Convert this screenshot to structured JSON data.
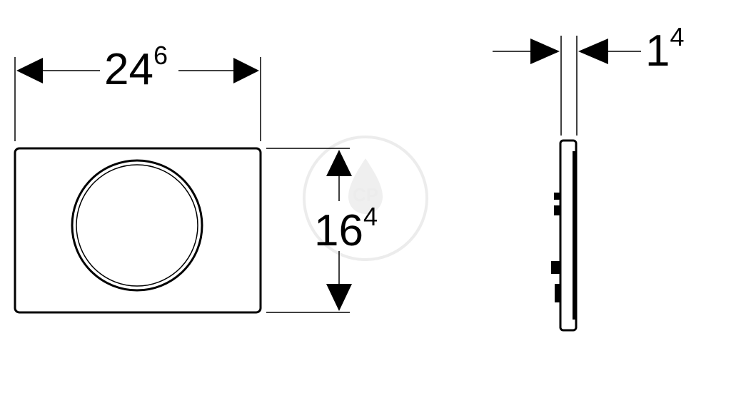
{
  "front_view": {
    "width_dimension": {
      "value": "24",
      "superscript": "6"
    },
    "height_dimension": {
      "value": "16",
      "superscript": "4"
    }
  },
  "side_view": {
    "depth_dimension": {
      "value": "1",
      "superscript": "4"
    }
  },
  "watermark": {
    "icon": "water-drop-icon",
    "text": "CP"
  },
  "colors": {
    "line": "#000000",
    "background": "#ffffff",
    "watermark": "#ececec"
  }
}
